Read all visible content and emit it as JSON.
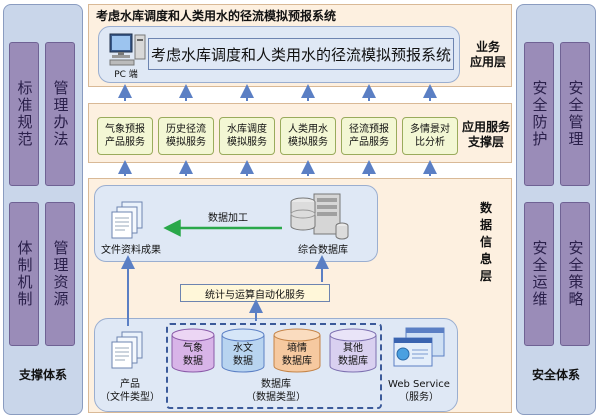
{
  "left_column": {
    "items": [
      "标准规范",
      "管理办法",
      "体制机制",
      "管理资源"
    ],
    "label": "支撑体系"
  },
  "right_column": {
    "items": [
      "安全防护",
      "安全管理",
      "安全运维",
      "安全策略"
    ],
    "label": "安全体系"
  },
  "business_layer": {
    "title": "考虑水库调度和人类用水的径流模拟预报系统",
    "banner": "考虑水库调度和人类用水的径流模拟预报系统",
    "pc_label": "PC 端",
    "layer_label": "业务\n应用层"
  },
  "service_layer": {
    "services": [
      "气象预报\n产品服务",
      "历史径流\n模拟服务",
      "水库调度\n模拟服务",
      "人类用水\n模拟服务",
      "径流预报\n产品服务",
      "多情景对\n比分析"
    ],
    "layer_label": "应用服务\n支撑层"
  },
  "data_layer": {
    "layer_label": "数\n据\n信\n息\n层",
    "file_results": "文件资料成果",
    "process_label": "数据加工",
    "integrated_db": "综合数据库",
    "stat_service": "统计与运算自动化服务",
    "products": "产品\n（文件类型）",
    "databases": [
      "气象\n数据",
      "水文\n数据",
      "墒情\n数据库",
      "其他\n数据库"
    ],
    "db_group_label": "数据库\n（数据类型）",
    "web_service": "Web Service\n（服务）"
  },
  "colors": {
    "db_purple": "#d8b4e8",
    "db_blue": "#b8d4f0",
    "db_orange": "#f6c9a0",
    "db_lilac": "#d9d0f0",
    "arrow": "#5b7fc4",
    "green_arrow": "#2aa84a"
  }
}
